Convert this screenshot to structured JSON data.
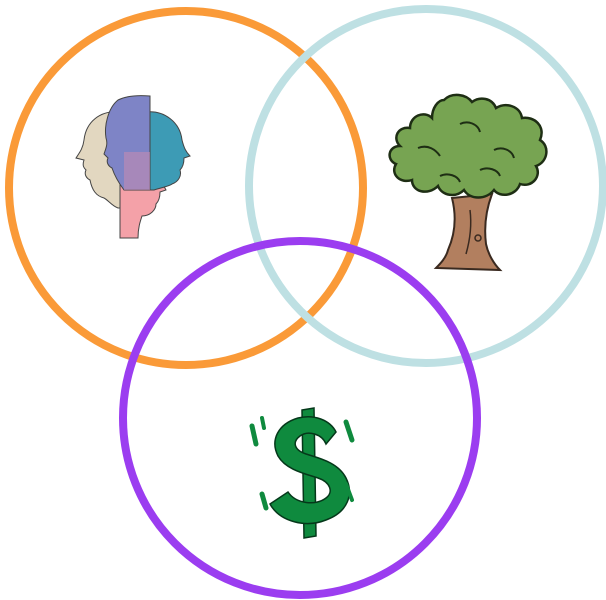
{
  "diagram": {
    "type": "venn",
    "circles": [
      {
        "id": "people",
        "color": "#FA9A38",
        "icon": "people-silhouettes-icon"
      },
      {
        "id": "planet",
        "color": "#BEE0E3",
        "icon": "tree-icon"
      },
      {
        "id": "profit",
        "color": "#9B3DF0",
        "icon": "dollar-sign-icon"
      }
    ]
  }
}
